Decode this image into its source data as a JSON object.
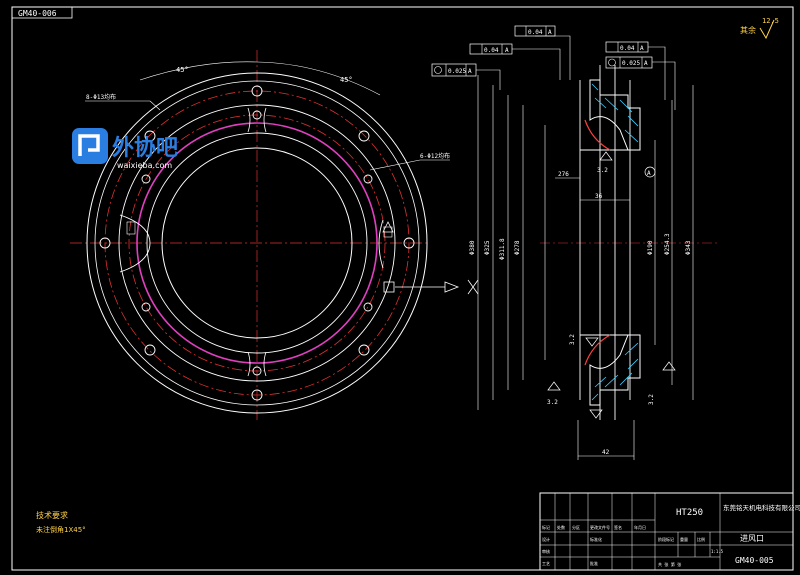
{
  "drawing": {
    "drawing_number_rotated": "GM40-006",
    "roughness_note": "其余",
    "roughness_value": "12.5",
    "tech_req_title": "技术要求",
    "tech_req_line": "未注倒角1X45°"
  },
  "logo": {
    "brand": "外协吧",
    "url": "waixieba.com"
  },
  "front_view": {
    "angle_left": "45°",
    "angle_right": "45°",
    "holes_outer": "8-Φ13均布",
    "holes_inner": "6-Φ12均布"
  },
  "section_view": {
    "fcf_top_1": "0.04",
    "fcf_top_1_datum": "A",
    "fcf_top_2": "0.04",
    "fcf_top_2_datum": "A",
    "fcf_left": "0.025",
    "fcf_left_datum": "A",
    "fcf_right_1": "0.04",
    "fcf_right_1_datum": "A",
    "fcf_right_2": "0.025",
    "fcf_right_2_datum": "A",
    "dims": [
      "Φ380",
      "Φ325",
      "Φ311.8",
      "Φ278",
      "Φ190",
      "Φ254.3",
      "Φ343"
    ],
    "dim_276": "276",
    "dim_36": "36",
    "dim_42": "42",
    "rough_32_a": "3.2",
    "rough_32_b": "3.2",
    "rough_32_c": "3.2",
    "rough_32_d": "3.2",
    "datum_label": "A"
  },
  "title_block": {
    "material": "HT250",
    "company": "东莞铭天机电科技有限公司",
    "part_name": "进风口",
    "part_number": "GM40-005",
    "cells": [
      "标记",
      "处数",
      "分区",
      "更改文件号",
      "签名",
      "年月日",
      "设计",
      "标准化",
      "阶段标记",
      "重量",
      "比例",
      "审核",
      "工艺",
      "批准",
      "共 张 第 张",
      "1:1.5"
    ]
  }
}
